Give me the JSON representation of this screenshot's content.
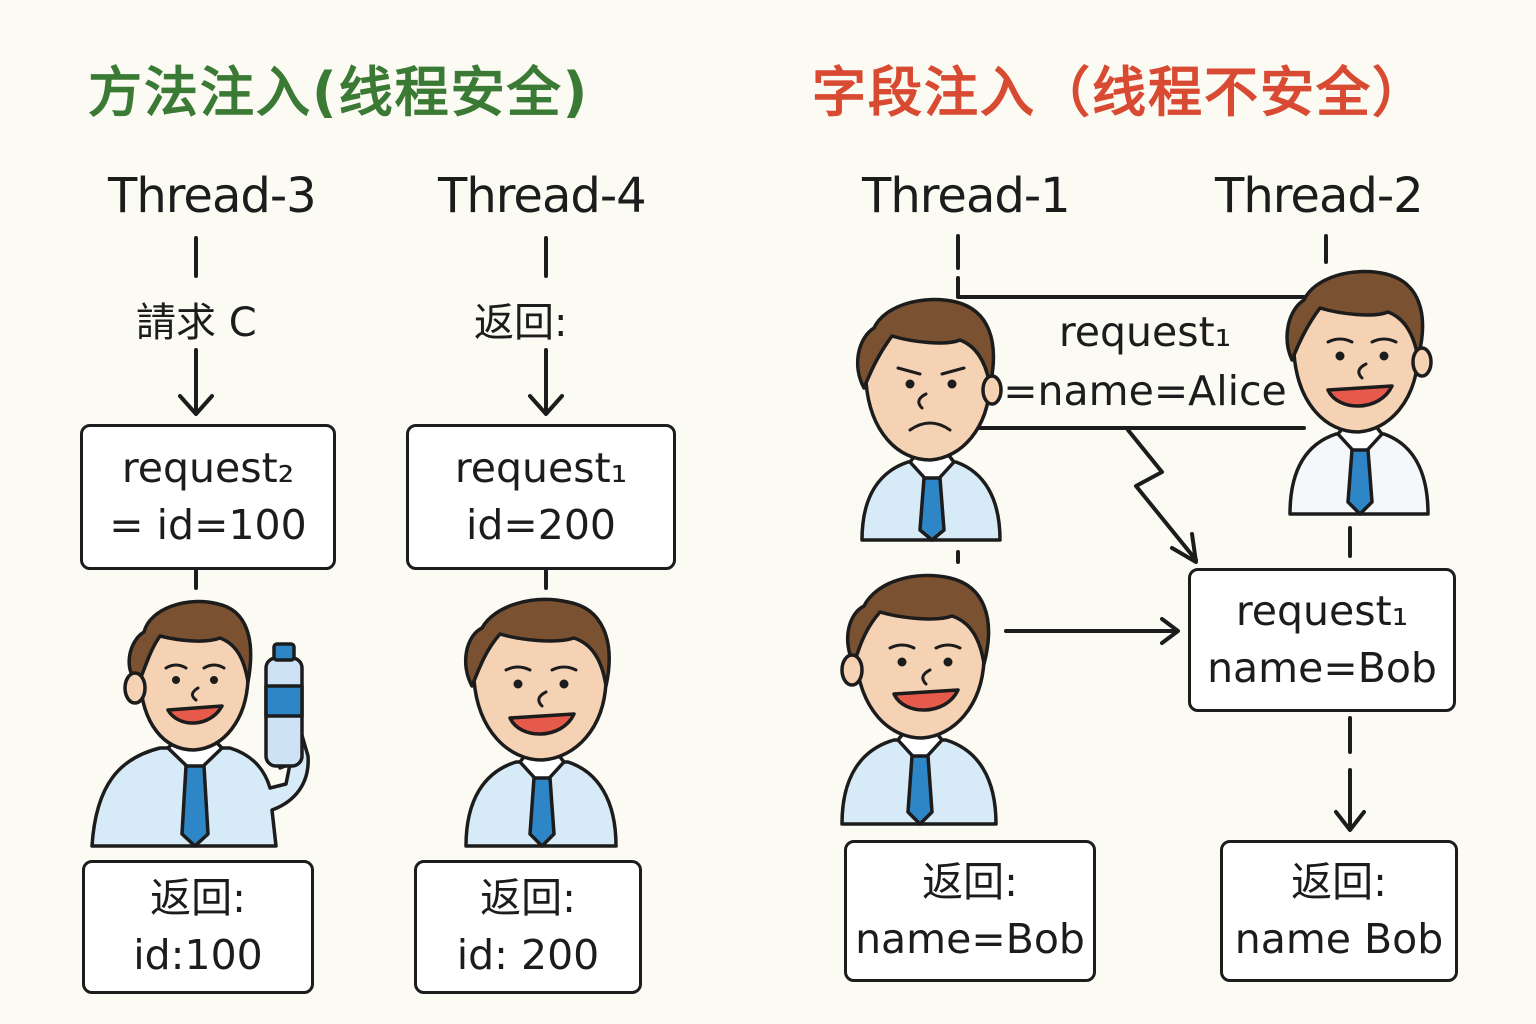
{
  "left_title": "方法注入(线程安全)",
  "right_title": "字段注入（线程不安全）",
  "colors": {
    "safe": "#3a7a35",
    "unsafe": "#d84a32",
    "shirt": "#d7eaf7",
    "tie": "#2f86c6",
    "hair": "#7a5232",
    "skin": "#f6d2b4"
  },
  "threads": {
    "t3": "Thread-3",
    "t4": "Thread-4",
    "t1": "Thread-1",
    "t2": "Thread-2"
  },
  "labels": {
    "t3_request": "請求 C",
    "t4_return": "返回:"
  },
  "boxes": {
    "t3_request": {
      "line1": "request₂",
      "line2": "= id=100"
    },
    "t4_request": {
      "line1": "request₁",
      "line2": "id=200"
    },
    "t3_return": {
      "line1": "返回:",
      "line2": "id:100"
    },
    "t4_return": {
      "line1": "返回:",
      "line2": "id: 200"
    },
    "shared_top": {
      "line1": "request₁",
      "line2": "=name=Alice"
    },
    "shared_mid": {
      "line1": "request₁",
      "line2": "name=Bob"
    },
    "t1_return": {
      "line1": "返回:",
      "line2": "name=Bob"
    },
    "t2_return": {
      "line1": "返回:",
      "line2": "name Bob"
    }
  }
}
